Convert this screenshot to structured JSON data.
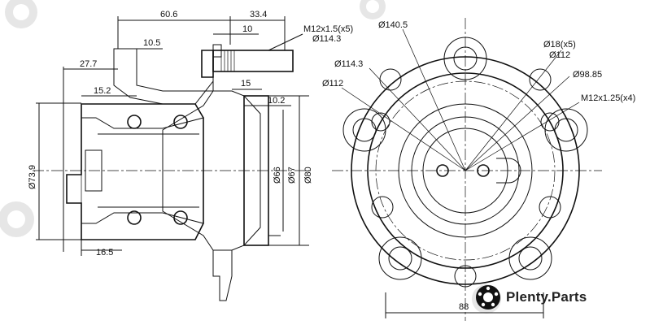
{
  "side_view": {
    "dims": {
      "d_60_6": "60.6",
      "d_33_4": "33.4",
      "d_10_5": "10.5",
      "d_10": "10",
      "d_27_7": "27.7",
      "d_15_2": "15.2",
      "d_15": "15",
      "d_10_2": "10.2",
      "d_16_5": "16.5",
      "dia_73_9": "Ø73.9",
      "dia_66": "Ø66",
      "dia_67": "Ø67",
      "dia_80": "Ø80",
      "stud_thread": "M12x1.5(x5)",
      "stud_pcd": "Ø114.3"
    }
  },
  "front_view": {
    "dims": {
      "dia_140_5": "Ø140.5",
      "dia_114_3": "Ø114.3",
      "dia_112_left": "Ø112",
      "holes_18": "Ø18(x5)",
      "dia_112_right": "Ø112",
      "dia_98_85": "Ø98.85",
      "thread_m12_125": "M12x1.25(x4)",
      "width_88": "88"
    }
  },
  "brand": {
    "name": "Plenty.Parts",
    "logo_icon": "plenty-parts-logo-icon"
  },
  "colors": {
    "line": "#111111",
    "watermark": "#e6e6e6"
  }
}
